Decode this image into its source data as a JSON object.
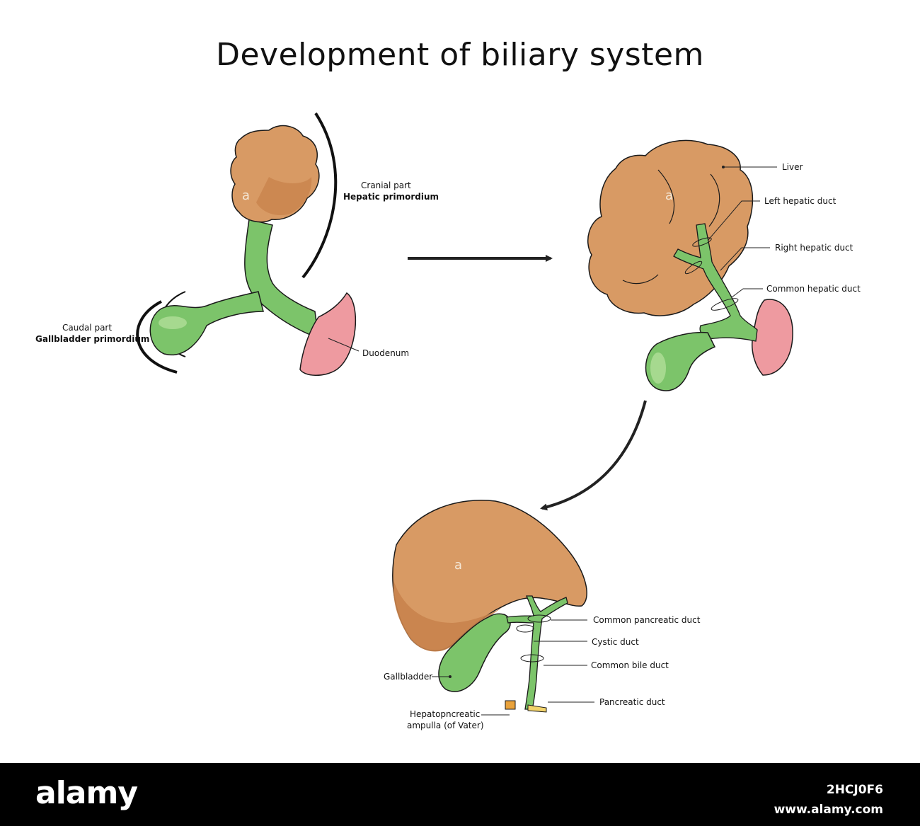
{
  "title": "Development of biliary system",
  "stage1": {
    "cranial_line1": "Cranial part",
    "cranial_line2": "Hepatic primordium",
    "caudal_line1": "Caudal part",
    "caudal_line2": "Gallbladder primordium",
    "duodenum": "Duodenum"
  },
  "stage2": {
    "liver": "Liver",
    "left_hepatic_duct": "Left hepatic duct",
    "right_hepatic_duct": "Right hepatic duct",
    "common_hepatic_duct": "Common hepatic duct"
  },
  "stage3": {
    "common_pancreatic_duct": "Common pancreatic duct",
    "cystic_duct": "Cystic duct",
    "common_bile_duct": "Common bile duct",
    "pancreatic_duct": "Pancreatic duct",
    "gallbladder": "Gallbladder",
    "ampulla_line1": "Hepatopncreatic",
    "ampulla_line2": "ampulla (of Vater)"
  },
  "watermark": "a",
  "footer": {
    "logo": "alamy",
    "image_id": "2HCJ0F6",
    "url": "www.alamy.com"
  },
  "colors": {
    "liver": "#d89a64",
    "liver_shadow": "#c9834c",
    "duct_green": "#7cc46a",
    "duct_dark": "#56a244",
    "duodenum": "#ee9aa0",
    "duodenum_dark": "#e57d86",
    "pancreatic_duct": "#f2d36b"
  }
}
